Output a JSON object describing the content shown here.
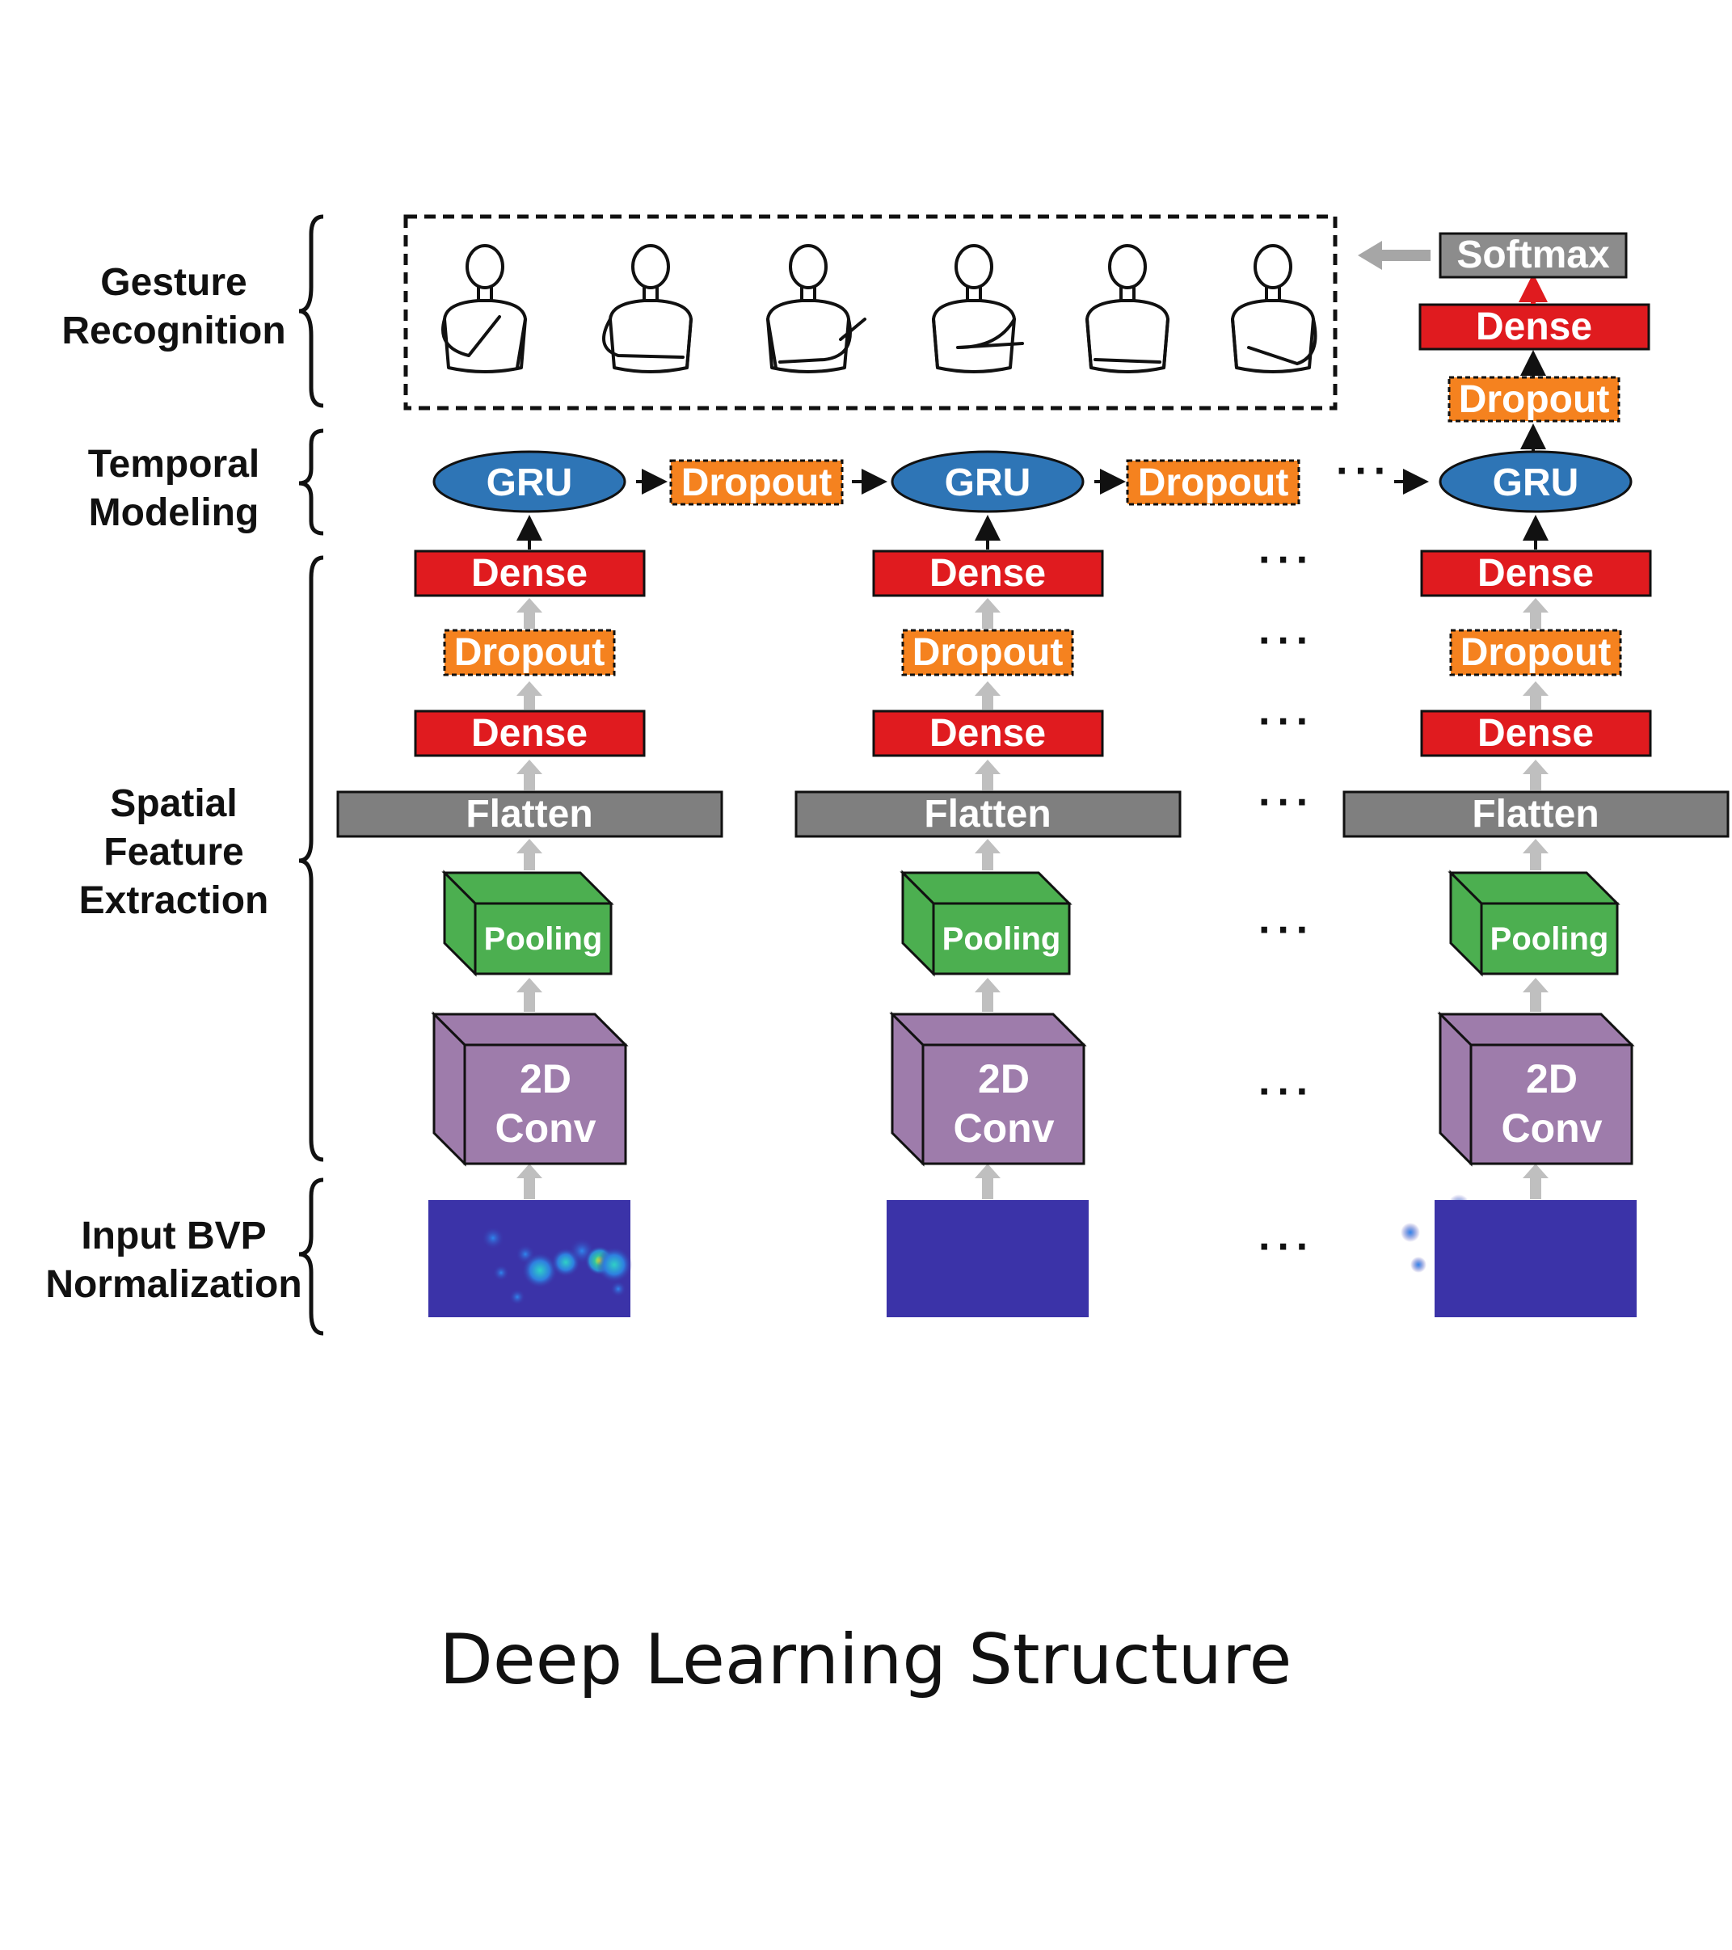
{
  "sections": {
    "gesture_recognition": [
      "Gesture",
      "Recognition"
    ],
    "temporal_modeling": [
      "Temporal",
      "Modeling"
    ],
    "spatial_feature_extraction": [
      "Spatial",
      "Feature",
      "Extraction"
    ],
    "input_bvp_normalization": [
      "Input BVP",
      "Normalization"
    ]
  },
  "blocks": {
    "gru": "GRU",
    "dropout": "Dropout",
    "dense": "Dense",
    "flatten": "Flatten",
    "pooling": "Pooling",
    "conv": [
      "2D",
      "Conv"
    ],
    "softmax": "Softmax"
  },
  "ellipsis": "···",
  "caption": "Deep Learning Structure",
  "colors": {
    "dense": "#e01b1f",
    "dropout": "#f5821f",
    "gru": "#2e75b6",
    "flatten": "#7f7f7f",
    "pooling": "#4caf50",
    "conv": "#9e7cab",
    "softmax": "#8c8c8c",
    "heatmap_bg": "#3b33a8"
  },
  "icons": [
    "gesture-pose-icon",
    "heatmap-image"
  ],
  "gesture_count": 6
}
